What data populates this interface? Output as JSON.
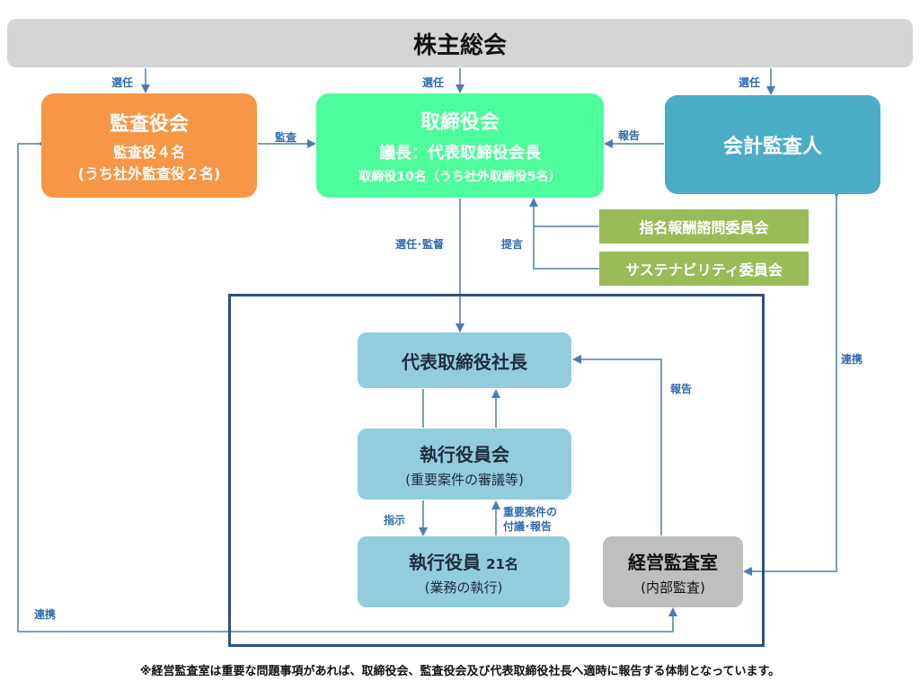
{
  "shareholders": "株主総会",
  "audit_board": {
    "title": "監査役会",
    "line1": "監査役４名",
    "line2": "(うち社外監査役２名)"
  },
  "board": {
    "title": "取締役会",
    "line1": "議長：代表取締役会長",
    "line2": "取締役10名（うち社外取締役5名）"
  },
  "accountant": "会計監査人",
  "committees": [
    "指名報酬諮問委員会",
    "サステナビリティ委員会"
  ],
  "president": "代表取締役社長",
  "exec_committee": {
    "title": "執行役員会",
    "sub": "(重要案件の審議等)"
  },
  "officers": {
    "title": "執行役員",
    "count": "21名",
    "sub": "(業務の執行)"
  },
  "internal_audit": {
    "title": "経営監査室",
    "sub": "(内部監査)"
  },
  "labels": {
    "elect": "選任",
    "audit": "監査",
    "report": "報告",
    "elect_supervise": "選任･監督",
    "propose": "提言",
    "cooperate": "連携",
    "instruct": "指示",
    "refer_line1": "重要案件の",
    "refer_line2": "付議･報告"
  },
  "footnote": "※経営監査室は重要な問題事項があれば、取締役会、監査役会及び代表取締役社長へ適時に報告する体制となっています。",
  "colors": {
    "shareholders": "#d4d4d4",
    "audit_board": "#f79646",
    "board": "#4dfc9a",
    "accountant": "#4bacc6",
    "committee": "#9bbb59",
    "executive": "#92cddc",
    "internal_audit": "#bfbfbf",
    "connector": "#4a7ab8",
    "frame": "#2f4f83"
  }
}
